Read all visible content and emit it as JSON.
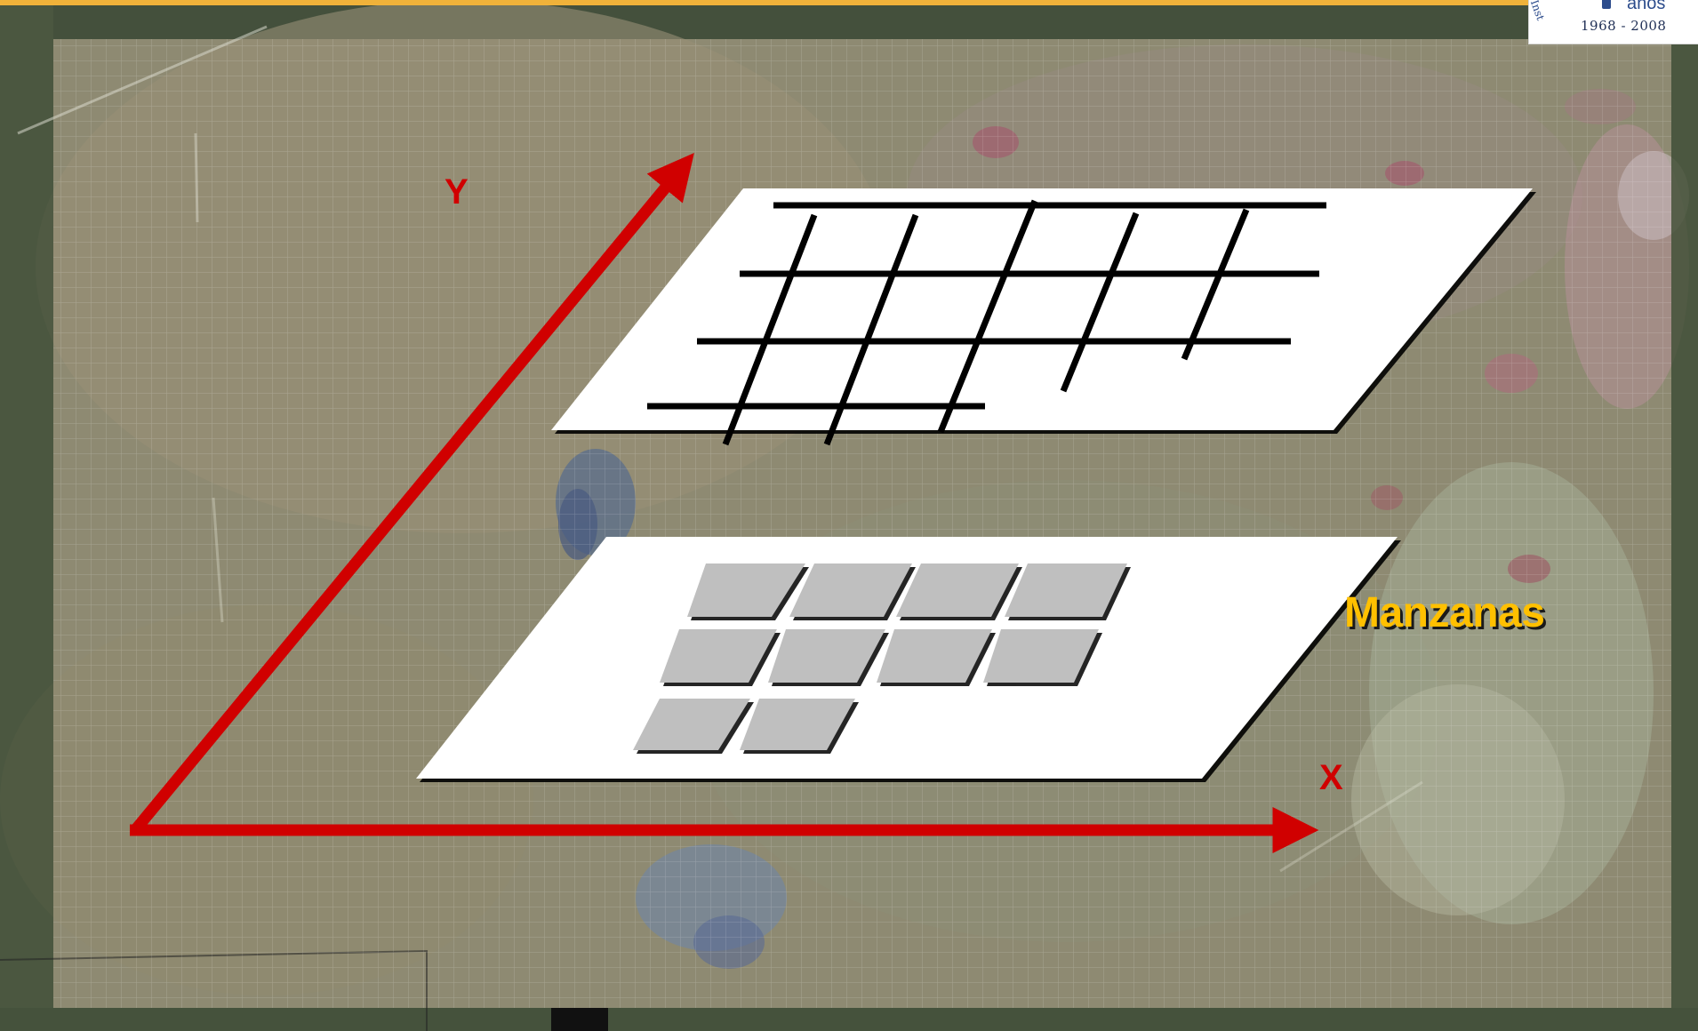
{
  "slide": {
    "axis_y_label": "Y",
    "axis_x_label": "X",
    "layer_blocks_label": "Manzanas",
    "colors": {
      "axis": "#d00000",
      "layer_label": "#ffc000",
      "header_bar": "#f0b23a",
      "plane": "#ffffff",
      "block": "#bfbfbf",
      "street": "#000000"
    }
  },
  "logo": {
    "anos": "años",
    "inst": "Inst",
    "years": "1968 - 2008"
  }
}
